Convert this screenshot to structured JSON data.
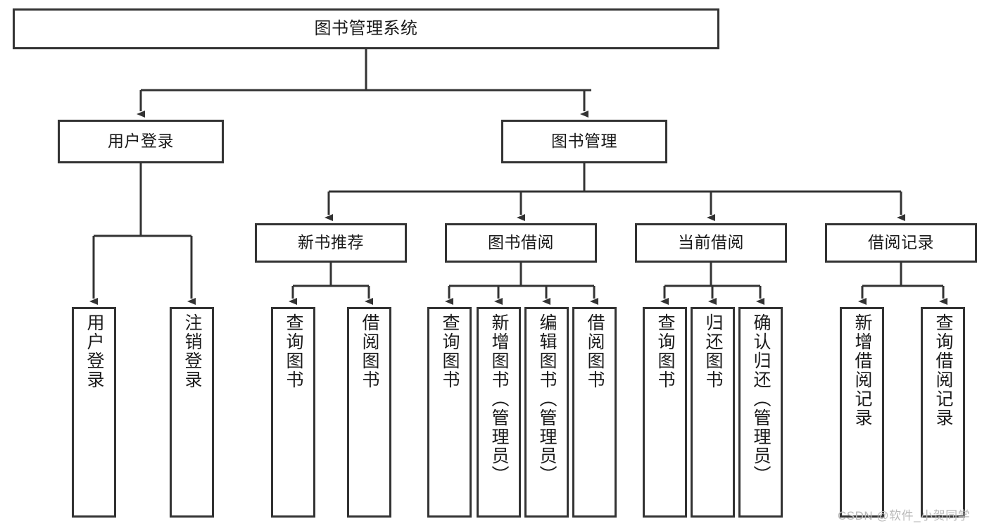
{
  "diagram": {
    "title": "图书管理系统",
    "type": "hierarchy-tree",
    "colors": {
      "box_border": "#333333",
      "box_fill": "#ffffff",
      "edge": "#333333",
      "text": "#1a1a1a",
      "watermark": "#b9b9b9",
      "background": "#ffffff"
    },
    "nodes": {
      "root": {
        "label": "图书管理系统"
      },
      "level1": [
        {
          "label": "用户登录"
        },
        {
          "label": "图书管理"
        }
      ],
      "level2": [
        {
          "label": "新书推荐"
        },
        {
          "label": "图书借阅"
        },
        {
          "label": "当前借阅"
        },
        {
          "label": "借阅记录"
        }
      ],
      "leaves": {
        "user_login": [
          {
            "label": "用户登录"
          },
          {
            "label": "注销登录"
          }
        ],
        "new_book_recommend": [
          {
            "label": "查询图书"
          },
          {
            "label": "借阅图书"
          }
        ],
        "book_borrow": [
          {
            "label": "查询图书"
          },
          {
            "label": "新增图书（管理员）"
          },
          {
            "label": "编辑图书（管理员）"
          },
          {
            "label": "借阅图书"
          }
        ],
        "current_borrow": [
          {
            "label": "查询图书"
          },
          {
            "label": "归还图书"
          },
          {
            "label": "确认归还（管理员）"
          }
        ],
        "borrow_record": [
          {
            "label": "新增借阅记录"
          },
          {
            "label": "查询借阅记录"
          }
        ]
      }
    },
    "watermark": "CSDN @软件_小贺同学"
  }
}
